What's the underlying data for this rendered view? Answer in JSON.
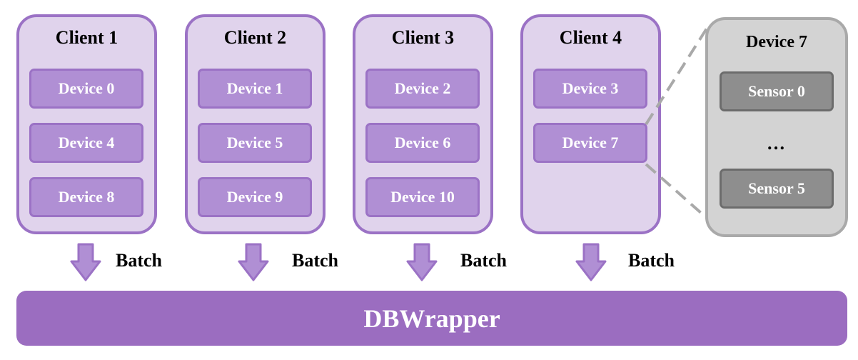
{
  "clients": [
    {
      "title": "Client 1",
      "devices": [
        "Device 0",
        "Device 4",
        "Device 8"
      ]
    },
    {
      "title": "Client 2",
      "devices": [
        "Device 1",
        "Device 5",
        "Device 9"
      ]
    },
    {
      "title": "Client 3",
      "devices": [
        "Device 2",
        "Device 6",
        "Device 10"
      ]
    },
    {
      "title": "Client 4",
      "devices": [
        "Device 3",
        "Device 7"
      ]
    }
  ],
  "detail": {
    "title": "Device 7",
    "sensors": [
      "Sensor 0",
      "Sensor 5"
    ],
    "ellipsis": "…"
  },
  "batch_label": "Batch",
  "db_label": "DBWrapper",
  "colors": {
    "client_fill": "#e0d3ec",
    "client_border": "#9b72c5",
    "device_fill": "#b08fd4",
    "sensor_fill": "#8e8e8e",
    "db_fill": "#9b6dc0"
  }
}
